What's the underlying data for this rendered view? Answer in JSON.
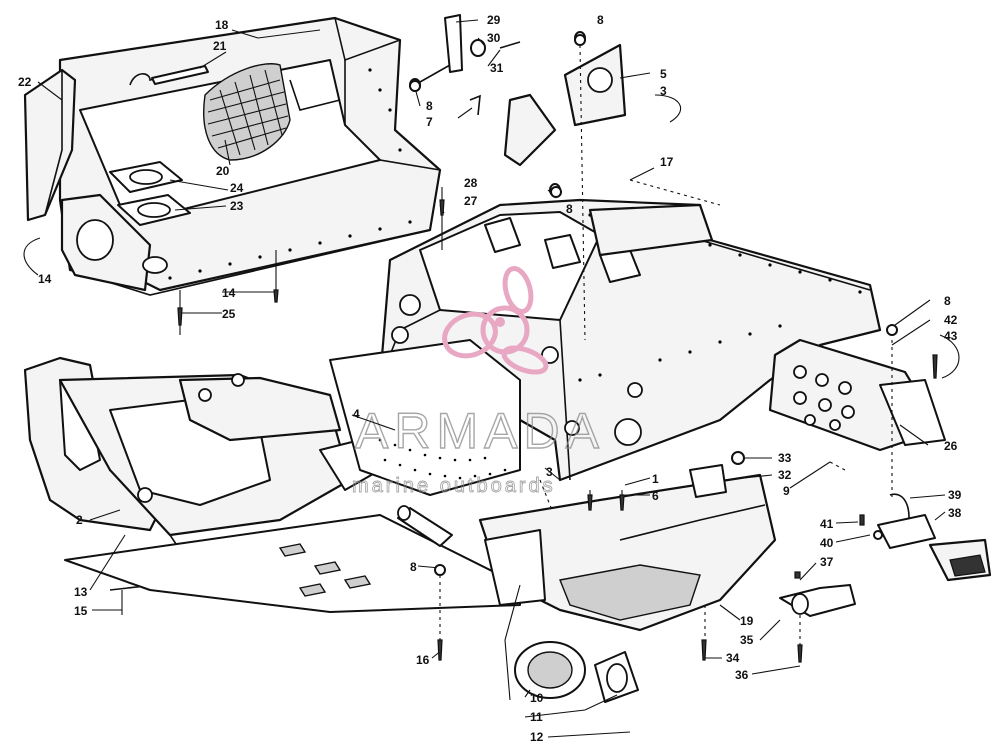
{
  "diagram": {
    "callouts": [
      {
        "id": "c18",
        "text": "18"
      },
      {
        "id": "c21",
        "text": "21"
      },
      {
        "id": "c22",
        "text": "22"
      },
      {
        "id": "c20",
        "text": "20"
      },
      {
        "id": "c24",
        "text": "24"
      },
      {
        "id": "c23",
        "text": "23"
      },
      {
        "id": "c14a",
        "text": "14"
      },
      {
        "id": "c14b",
        "text": "14"
      },
      {
        "id": "c25",
        "text": "25"
      },
      {
        "id": "c29",
        "text": "29"
      },
      {
        "id": "c30",
        "text": "30"
      },
      {
        "id": "c31",
        "text": "31"
      },
      {
        "id": "c8a",
        "text": "8"
      },
      {
        "id": "c7",
        "text": "7"
      },
      {
        "id": "c8b",
        "text": "8"
      },
      {
        "id": "c5",
        "text": "5"
      },
      {
        "id": "c3a",
        "text": "3"
      },
      {
        "id": "c8c",
        "text": "8"
      },
      {
        "id": "c28",
        "text": "28"
      },
      {
        "id": "c27",
        "text": "27"
      },
      {
        "id": "c17",
        "text": "17"
      },
      {
        "id": "c8d",
        "text": "8"
      },
      {
        "id": "c42",
        "text": "42"
      },
      {
        "id": "c43",
        "text": "43"
      },
      {
        "id": "c4",
        "text": "4"
      },
      {
        "id": "c26",
        "text": "26"
      },
      {
        "id": "c33",
        "text": "33"
      },
      {
        "id": "c32",
        "text": "32"
      },
      {
        "id": "c9",
        "text": "9"
      },
      {
        "id": "c3b",
        "text": "3"
      },
      {
        "id": "c1",
        "text": "1"
      },
      {
        "id": "c6",
        "text": "6"
      },
      {
        "id": "c39",
        "text": "39"
      },
      {
        "id": "c38",
        "text": "38"
      },
      {
        "id": "c41",
        "text": "41"
      },
      {
        "id": "c40",
        "text": "40"
      },
      {
        "id": "c37",
        "text": "37"
      },
      {
        "id": "c2",
        "text": "2"
      },
      {
        "id": "c13",
        "text": "13"
      },
      {
        "id": "c15",
        "text": "15"
      },
      {
        "id": "c8e",
        "text": "8"
      },
      {
        "id": "c16",
        "text": "16"
      },
      {
        "id": "c19",
        "text": "19"
      },
      {
        "id": "c35",
        "text": "35"
      },
      {
        "id": "c34",
        "text": "34"
      },
      {
        "id": "c36",
        "text": "36"
      },
      {
        "id": "c10",
        "text": "10"
      },
      {
        "id": "c11",
        "text": "11"
      },
      {
        "id": "c12",
        "text": "12"
      }
    ]
  },
  "watermark": {
    "brand": "ARMADA",
    "tagline": "marine outboards",
    "logo_icon": "propeller-logo-icon",
    "logo_color": "#e8a8c4"
  },
  "colors": {
    "ink": "#111111",
    "paper": "#ffffff",
    "watermark_gray": "#8a8a8a"
  }
}
